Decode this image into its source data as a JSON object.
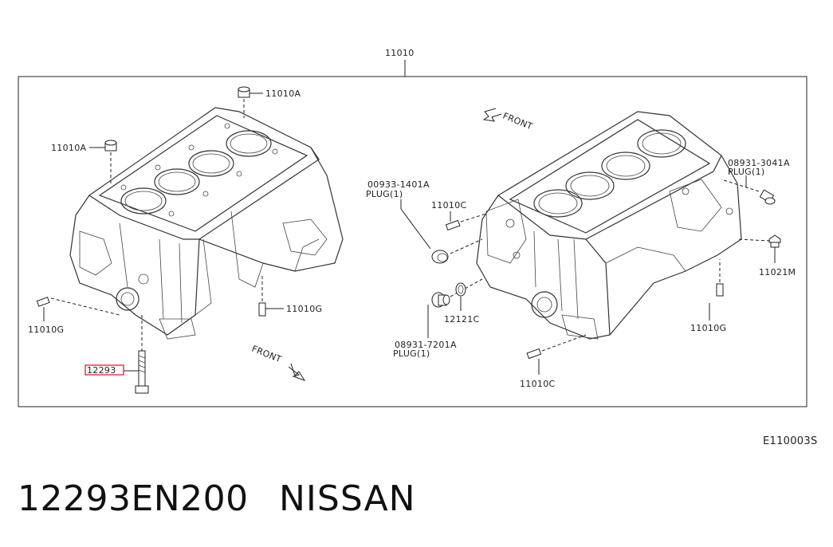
{
  "diagram": {
    "title_part": "11010",
    "ref_code": "E110003S",
    "labels": {
      "a_11010A_top": "11010A",
      "a_11010A_left": "11010A",
      "a_11010G_left": "11010G",
      "a_11010G_mid": "11010G",
      "a_12293": "12293",
      "a_front_top": "FRONT",
      "a_front_bottom": "FRONT",
      "b_00933": "00933-1401A",
      "b_plug1": "PLUG(1)",
      "b_11010C_top": "11010C",
      "b_08931_7201A": "08931-7201A",
      "b_plug2": "PLUG(1)",
      "b_12121C": "12121C",
      "b_11010C_bottom": "11010C",
      "b_08931_3041A": "08931-3041A",
      "b_plug3": "PLUG(1)",
      "b_11021M": "11021M",
      "b_11010G_right": "11010G"
    }
  },
  "footer": {
    "part_number": "12293EN200",
    "brand": "NISSAN"
  },
  "colors": {
    "highlight": "#e0202a",
    "line": "#222222"
  }
}
